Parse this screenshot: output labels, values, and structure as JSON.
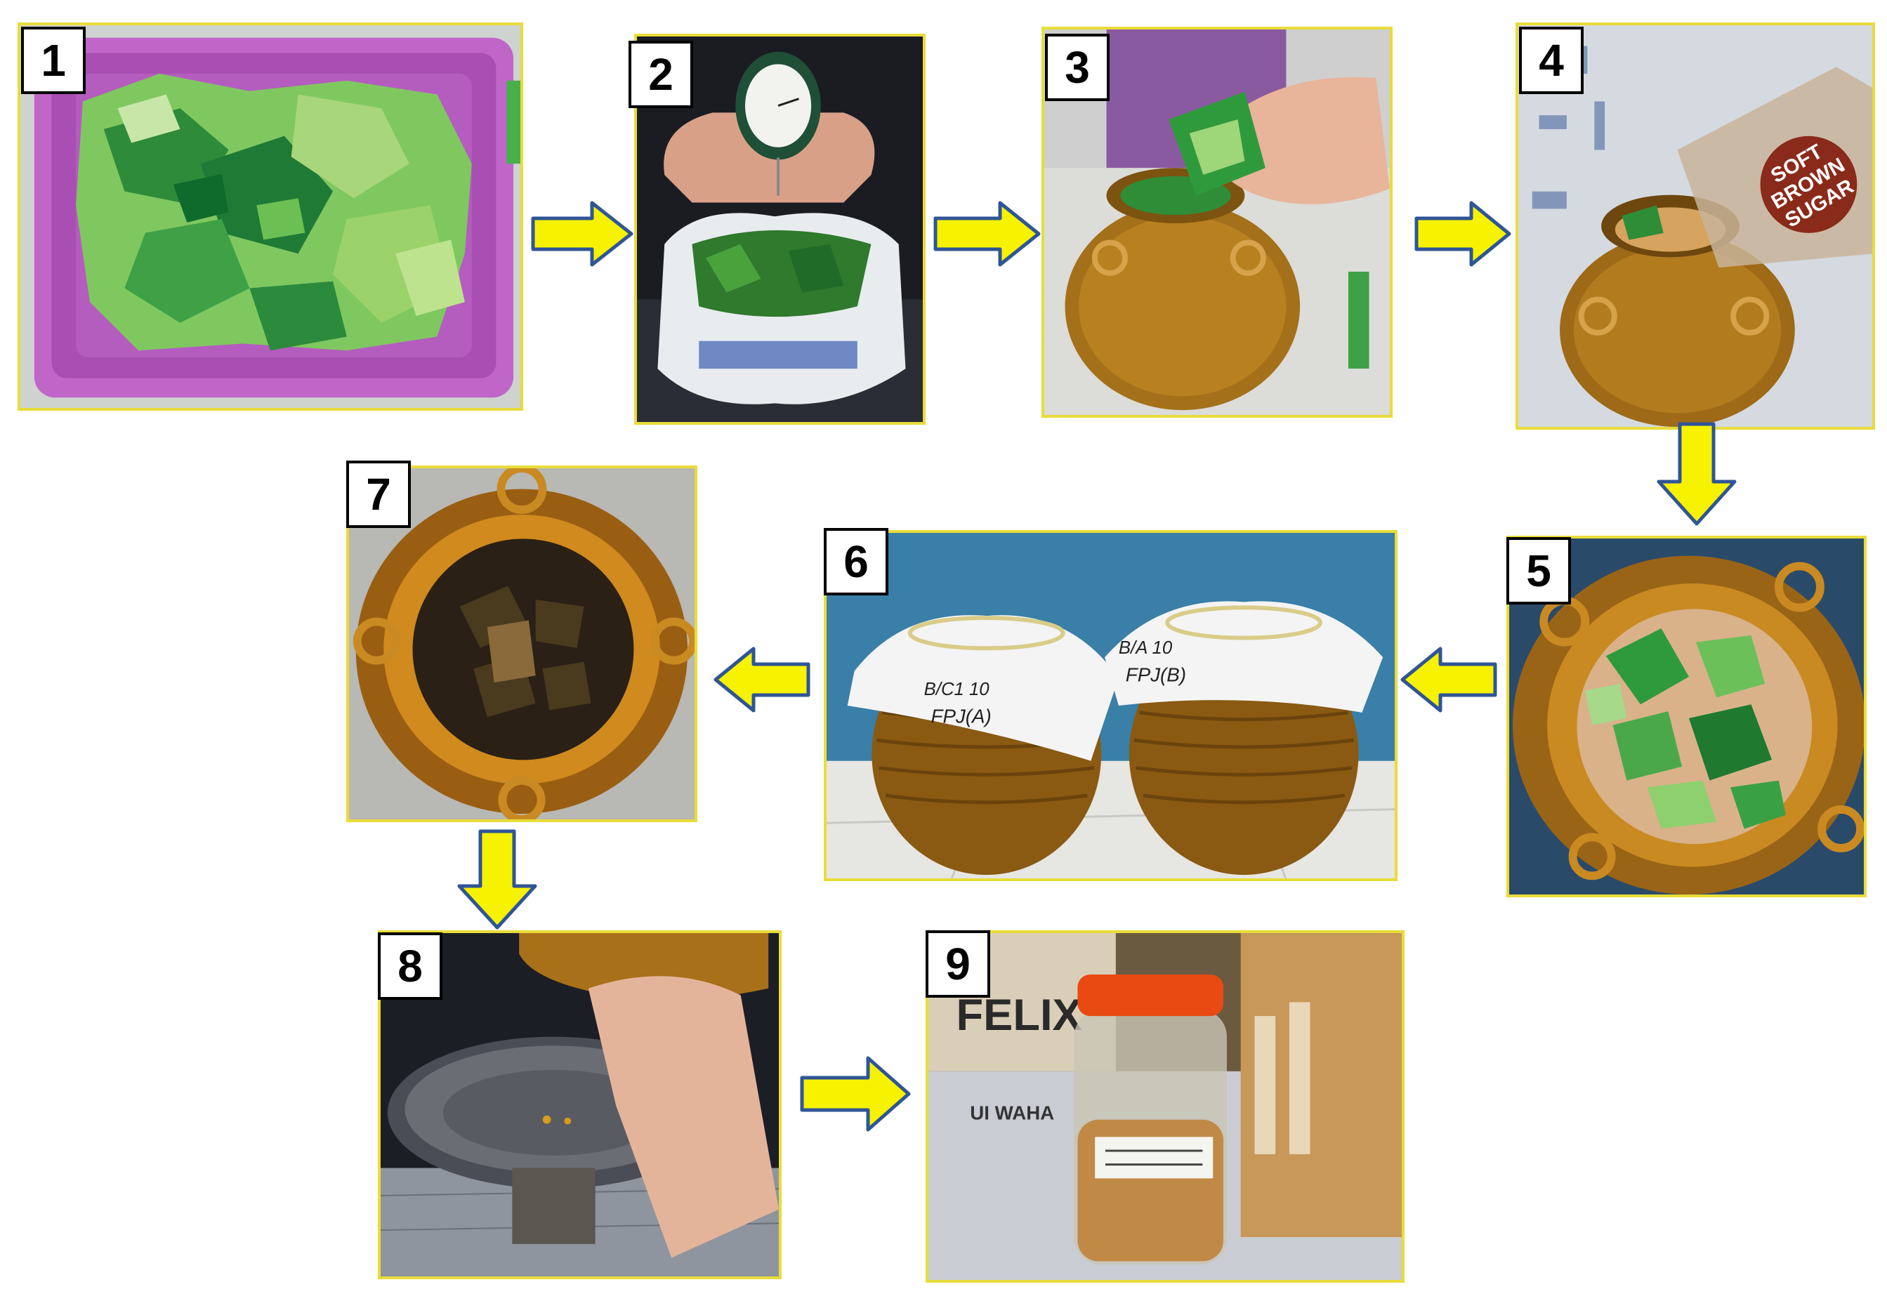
{
  "steps": [
    "1",
    "2",
    "3",
    "4",
    "5",
    "6",
    "7",
    "8",
    "9"
  ],
  "labels": {
    "sugar_bag_line1": "SOFT",
    "sugar_bag_line2": "BROWN",
    "sugar_bag_line3": "SUGAR",
    "jar_tag_left_line1": "B/C1 10",
    "jar_tag_left_line2": "FPJ(A)",
    "jar_tag_right_line1": "B/A 10",
    "jar_tag_right_line2": "FPJ(B)",
    "box_print": "FELIX",
    "newspaper_print": "UI WAHA"
  },
  "colors": {
    "frame": "#e8dc3a",
    "arrow_fill": "#f7f200",
    "arrow_stroke": "#2f5597",
    "number_box_border": "#000000"
  },
  "icons": [
    "arrow-right-icon",
    "arrow-down-icon",
    "arrow-left-icon"
  ]
}
